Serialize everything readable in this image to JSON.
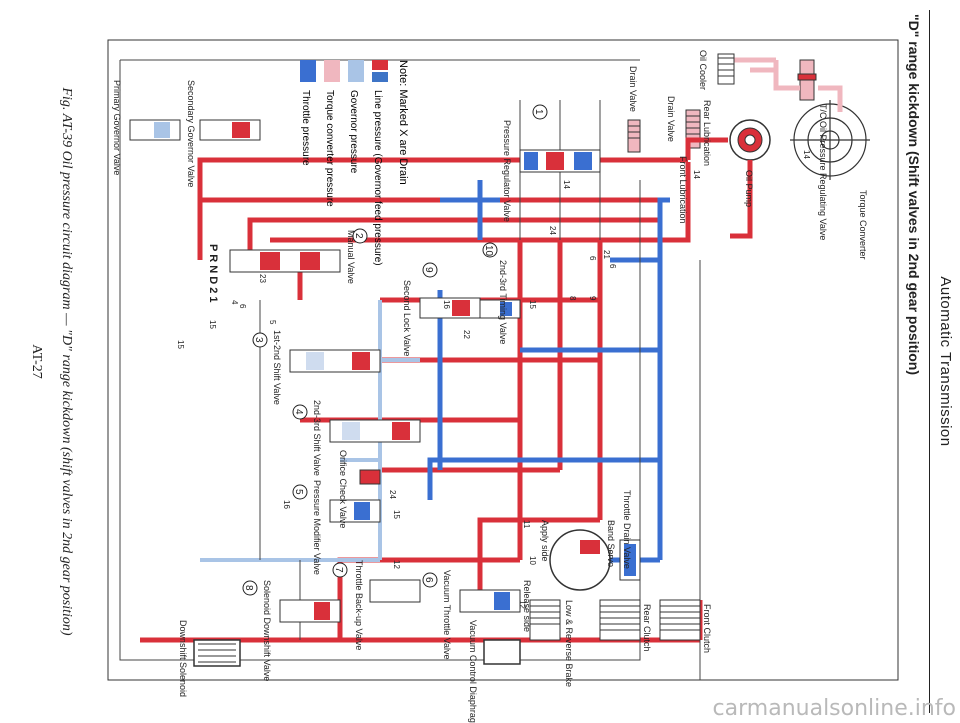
{
  "header": {
    "section": "Automatic Transmission",
    "title": "\"D\" range kickdown (Shift valves in 2nd gear position)"
  },
  "caption": "Fig. AT-39 Oil pressure circuit diagram — \"D\" range kickdown (shift valves in 2nd gear position)",
  "page_number": "AT-27",
  "watermark": "carmanualsonline.info",
  "colors": {
    "line": "#d9303a",
    "governor_feed": "#3e74c6",
    "governor": "#a9c4e6",
    "converter": "#f0b7bf",
    "throttle": "#3a6fd1",
    "tank": "#cfdcef",
    "edge": "#333333"
  },
  "labels": {
    "torque_converter": "Torque Converter",
    "oil_pump": "Oil Pump",
    "tc_valve": "T/C Oil Pressure Regulating Valve",
    "oil_cooler": "Oil Cooler",
    "rear_lube": "Rear Lubrication",
    "front_lube": "Front Lubrication",
    "drain_valve_top": "Drain Valve",
    "drain_valve_left": "Drain Valve",
    "front_clutch": "Front Clutch",
    "rear_clutch": "Rear Clutch",
    "low_reverse_brake": "Low & Reverse Brake",
    "band_servo": "Band Servo",
    "apply_side": "Apply side",
    "release_side": "Release side",
    "throttle_drain": "Throttle Drain Valve",
    "timing_valve": "2nd-3rd Timing Valve",
    "vacuum_diaphragm": "Vacuum Control Diaphragm",
    "downshift_solenoid": "Downshift Solenoid",
    "orifice_check": "Orifice Check Valve",
    "pressure_regulator": "Pressure Regulator Valve",
    "manual_valve": "Manual Valve",
    "second_lock": "Second Lock Valve",
    "shift_12": "1st-2nd Shift Valve",
    "shift_23": "2nd-3rd Shift Valve",
    "pressure_modifier": "Pressure Modifier Valve",
    "vacuum_throttle": "Vacuum Throttle Valve",
    "throttle_backup": "Throttle Back-up Valve",
    "solenoid_downshift": "Solenoid Downshift Valve",
    "secondary_gov": "Secondary Governor Valve",
    "primary_gov": "Primary Governor Valve",
    "prnd21": "P R N D 2 1"
  },
  "numbers": {
    "n1": "1",
    "n2": "2",
    "n3": "3",
    "n4": "4",
    "n5": "5",
    "n6": "6",
    "n7": "7",
    "n8": "8",
    "n9": "9",
    "n10": "10"
  },
  "line_numbers": {
    "a": "14",
    "b": "14",
    "c": "14",
    "d": "24",
    "e": "21",
    "f": "6",
    "g": "6",
    "h": "22",
    "i": "15",
    "j": "16",
    "k": "16",
    "l": "15",
    "m": "24",
    "n": "23",
    "o": "15",
    "p": "15",
    "q": "5",
    "r": "6",
    "s": "4",
    "t": "12",
    "u": "12",
    "v": "10",
    "w": "11",
    "x": "9",
    "y": "8"
  },
  "legend": {
    "note": "Note:  Marked X are Drain",
    "items": [
      {
        "label": "Line pressure (Governor feed pressure)",
        "color": "#d9303a",
        "color2": "#3e74c6"
      },
      {
        "label": "Governor pressure",
        "color": "#a9c4e6"
      },
      {
        "label": "Torque converter pressure",
        "color": "#f0b7bf"
      },
      {
        "label": "Throttle pressure",
        "color": "#3a6fd1"
      }
    ]
  }
}
